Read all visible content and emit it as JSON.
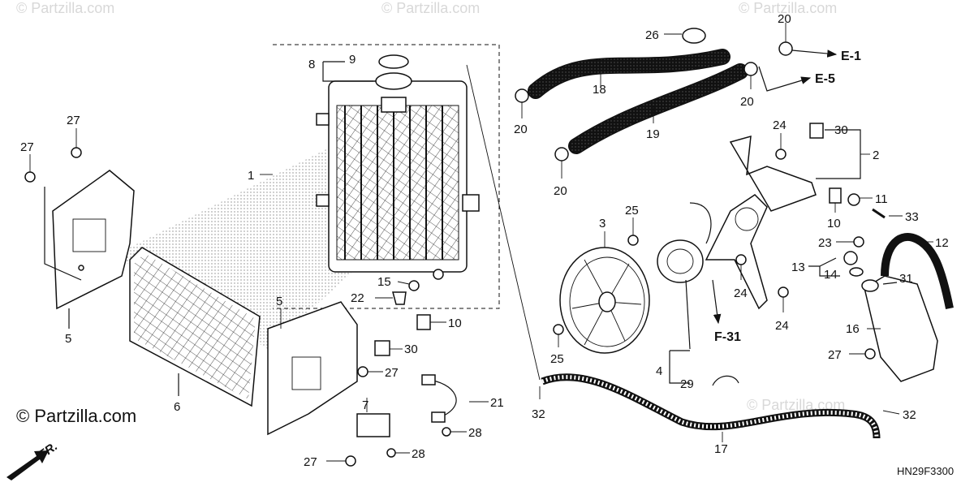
{
  "watermarks": [
    "© Partzilla.com",
    "© Partzilla.com",
    "© Partzilla.com",
    "© Partzilla.com"
  ],
  "brand": "© Partzilla.com",
  "front_arrow": "FR.",
  "diagram_code": "HN29F3300",
  "refs": {
    "e1": "E-1",
    "e5": "E-5",
    "f31": "F-31"
  },
  "callouts": {
    "c1": "1",
    "c2": "2",
    "c3": "3",
    "c4": "4",
    "c5a": "5",
    "c5b": "5",
    "c6": "6",
    "c7": "7",
    "c8": "8",
    "c9": "9",
    "c10a": "10",
    "c10b": "10",
    "c11": "11",
    "c12": "12",
    "c13": "13",
    "c14": "14",
    "c15": "15",
    "c16": "16",
    "c17": "17",
    "c18": "18",
    "c19": "19",
    "c20a": "20",
    "c20b": "20",
    "c20c": "20",
    "c20d": "20",
    "c21": "21",
    "c22": "22",
    "c23": "23",
    "c24a": "24",
    "c24b": "24",
    "c24c": "24",
    "c25a": "25",
    "c25b": "25",
    "c26": "26",
    "c27a": "27",
    "c27b": "27",
    "c27c": "27",
    "c27d": "27",
    "c27e": "27",
    "c28a": "28",
    "c28b": "28",
    "c29": "29",
    "c30a": "30",
    "c30b": "30",
    "c31": "31",
    "c32a": "32",
    "c32b": "32",
    "c33": "33"
  }
}
